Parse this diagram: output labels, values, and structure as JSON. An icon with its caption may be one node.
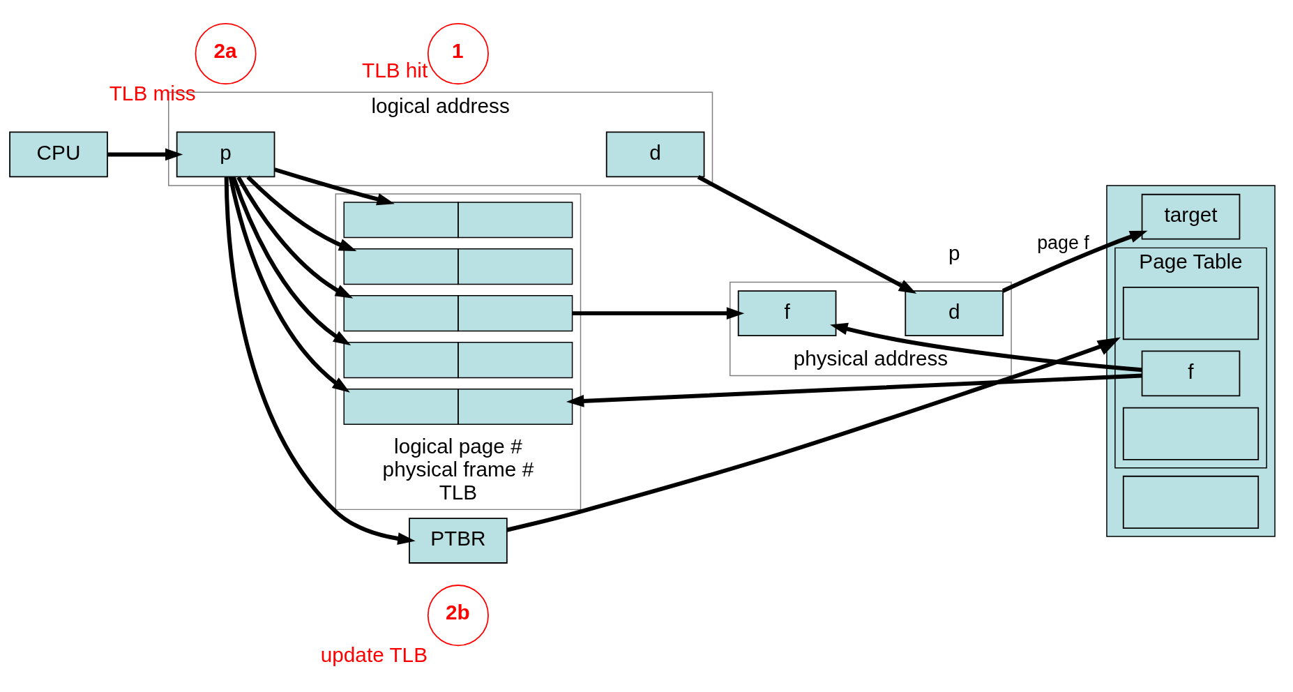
{
  "diagram": {
    "nodes": [
      {
        "text": [
          "CPU"
        ]
      },
      {
        "text": [
          "logical address"
        ]
      },
      {
        "text": [
          "p"
        ],
        "in": 1
      },
      {
        "text": [
          "d"
        ],
        "in": 1
      },
      {
        "text": [
          "physical address"
        ]
      },
      {
        "text": [
          "f"
        ],
        "in": 4
      },
      {
        "text": [
          "d"
        ],
        "in": 4
      },
      {
        "text": [
          "logical page #",
          "physical frame #",
          "TLB"
        ]
      },
      {
        "text": [],
        "shape": "box",
        "in": 7
      },
      {
        "text": [],
        "shape": "box",
        "in": 7
      },
      {
        "text": [],
        "shape": "box",
        "in": 7
      },
      {
        "text": [],
        "shape": "box",
        "in": 7
      },
      {
        "text": [],
        "shape": "box",
        "in": 7
      },
      {
        "text": [
          "PTBR"
        ]
      },
      {
        "text": [],
        "shape": "box"
      },
      {
        "text": [
          "Page Table"
        ],
        "in": 14
      },
      {
        "text": [],
        "shape": "box",
        "in": 15
      },
      {
        "text": [
          "f"
        ],
        "in": 15
      },
      {
        "text": [],
        "shape": "box",
        "in": 15
      },
      {
        "text": [
          "target"
        ],
        "in": 14
      },
      {
        "text": [],
        "shape": "box",
        "in": 14
      },
      {
        "text": [
          "1"
        ],
        "beside": [
          "TLB hit"
        ]
      },
      {
        "text": [
          "2a"
        ],
        "beside": [
          "TLB miss"
        ]
      },
      {
        "text": [
          "2b"
        ],
        "beside": [
          "update TLB"
        ]
      }
    ],
    "edges": [
      {
        "from": 0,
        "to": 2,
        "arrow": "to"
      },
      {
        "from": 3,
        "to": 6,
        "arrow": "to"
      },
      {
        "from": 2,
        "to": 8,
        "arrow": "to"
      },
      {
        "from": 2,
        "to": 9,
        "arrow": "to"
      },
      {
        "from": 2,
        "to": 10,
        "arrow": "to"
      },
      {
        "from": 2,
        "to": 11,
        "arrow": "to"
      },
      {
        "from": 2,
        "to": 12,
        "arrow": "to"
      },
      {
        "from": 10,
        "to": 5,
        "arrow": "to"
      },
      {
        "from": 2,
        "to": 13,
        "arrow": "to"
      },
      {
        "from": 13,
        "to": 15,
        "arrow": "to"
      },
      {
        "from": 17,
        "to": 5,
        "arrow": "to"
      },
      {
        "from": 17,
        "to": 12,
        "arrow": "to"
      },
      {
        "from": 6,
        "to": 19,
        "arrow": "to",
        "label": "page f"
      }
    ],
    "labels": [
      "p"
    ]
  }
}
